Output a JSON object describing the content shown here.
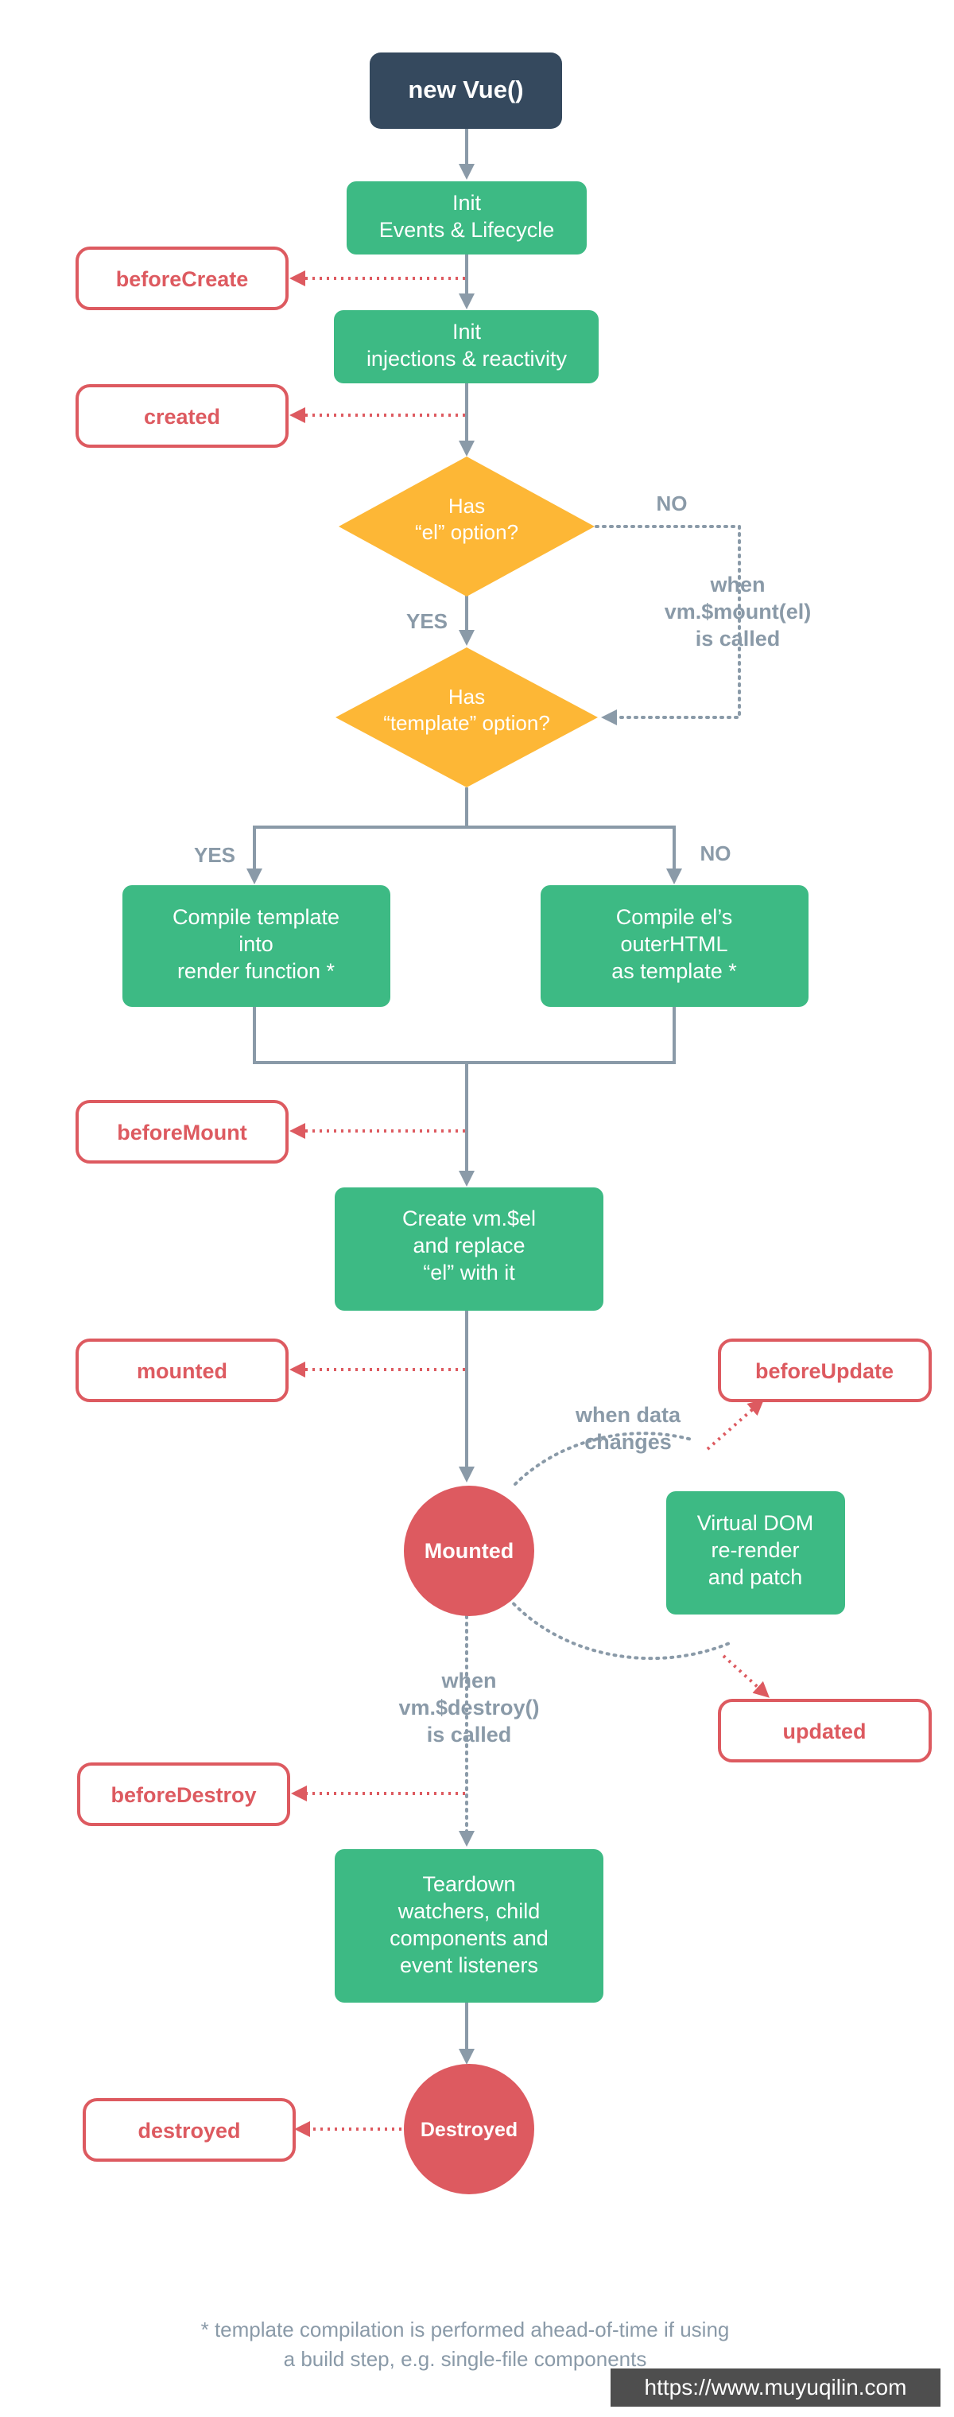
{
  "diagram": {
    "start": "new Vue()",
    "init_events": [
      "Init",
      "Events & Lifecycle"
    ],
    "init_injections": [
      "Init",
      "injections & reactivity"
    ],
    "has_el": [
      "Has",
      "“el” option?"
    ],
    "has_template": [
      "Has",
      "“template” option?"
    ],
    "compile_template": [
      "Compile template",
      "into",
      "render function *"
    ],
    "compile_el": [
      "Compile el’s",
      "outerHTML",
      "as template *"
    ],
    "create_el": [
      "Create vm.$el",
      "and replace",
      "“el” with it"
    ],
    "virtual_dom": [
      "Virtual DOM",
      "re-render",
      "and patch"
    ],
    "teardown": [
      "Teardown",
      "watchers, child",
      "components and",
      "event listeners"
    ],
    "mounted_state": "Mounted",
    "destroyed_state": "Destroyed"
  },
  "hooks": {
    "beforeCreate": "beforeCreate",
    "created": "created",
    "beforeMount": "beforeMount",
    "mounted": "mounted",
    "beforeUpdate": "beforeUpdate",
    "updated": "updated",
    "beforeDestroy": "beforeDestroy",
    "destroyed": "destroyed"
  },
  "labels": {
    "no_1": "NO",
    "yes_1": "YES",
    "when_mount": [
      "when",
      "vm.$mount(el)",
      "is called"
    ],
    "yes_2": "YES",
    "no_2": "NO",
    "when_data": [
      "when data",
      "changes"
    ],
    "when_destroy": [
      "when",
      "vm.$destroy()",
      "is called"
    ]
  },
  "footnote": [
    "* template compilation is performed ahead-of-time if using",
    "a build step, e.g. single-file components"
  ],
  "watermark": "https://www.muyuqilin.com",
  "colors": {
    "dark_box": "#35495e",
    "green_box": "#3dba84",
    "diamond": "#fdb736",
    "hook_red": "#dd5a60",
    "line_gray": "#8a9aa8"
  }
}
